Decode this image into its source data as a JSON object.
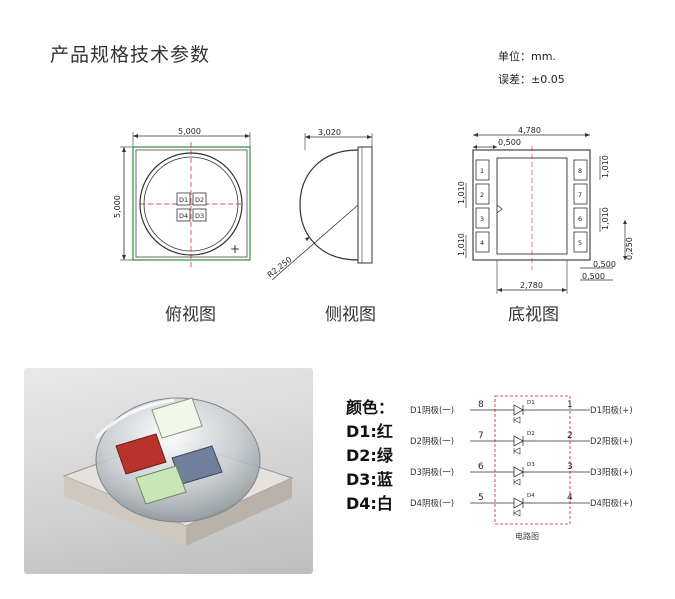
{
  "header": {
    "title": "产品规格技术参数",
    "unit": "单位：mm.",
    "tolerance": "误差：±0.05"
  },
  "views": {
    "top": {
      "label": "俯视图",
      "width_dim": "5,000",
      "height_dim": "5,000",
      "dies": [
        "D1",
        "D2",
        "D4",
        "D3"
      ]
    },
    "side": {
      "label": "侧视图",
      "width_dim": "3,020",
      "radius_dim": "R2,250"
    },
    "bottom": {
      "label": "底视图",
      "width_dim": "4,780",
      "pad_offset_dim": "0,500",
      "pad_height_left": "1,010",
      "pad_pitch_left": "1,010",
      "pad_height_right": "1,010",
      "pad_pitch_right": "1,010",
      "height_dim": "0,250",
      "bottom_offset_1": "0,500",
      "bottom_offset_2": "0,500",
      "inner_width_dim": "2,780",
      "pads_left": [
        "1",
        "2",
        "3",
        "4"
      ],
      "pads_right": [
        "8",
        "7",
        "6",
        "5"
      ]
    }
  },
  "colors": {
    "heading": "颜色：",
    "items": [
      "D1:红",
      "D2:绿",
      "D3:蓝",
      "D4:白"
    ]
  },
  "circuit": {
    "caption": "电路图",
    "rows": [
      {
        "left_label": "D1阴极(一)",
        "left_pin": "8",
        "die": "D1",
        "right_pin": "1",
        "right_label": "D1阳极(+)"
      },
      {
        "left_label": "D2阴极(一)",
        "left_pin": "7",
        "die": "D2",
        "right_pin": "2",
        "right_label": "D2阳极(+)"
      },
      {
        "left_label": "D3阴极(一)",
        "left_pin": "6",
        "die": "D3",
        "right_pin": "3",
        "right_label": "D3阳极(+)"
      },
      {
        "left_label": "D4阴极(一)",
        "left_pin": "5",
        "die": "D4",
        "right_pin": "4",
        "right_label": "D4阳极(+)"
      }
    ]
  },
  "palette": {
    "outline_green": "#2e8b3a",
    "center_red": "#cc2222",
    "die_red": "#b8332c",
    "die_green": "#c9e6b8",
    "die_blue": "#6f7f9c",
    "die_white": "#f2f7e9"
  }
}
